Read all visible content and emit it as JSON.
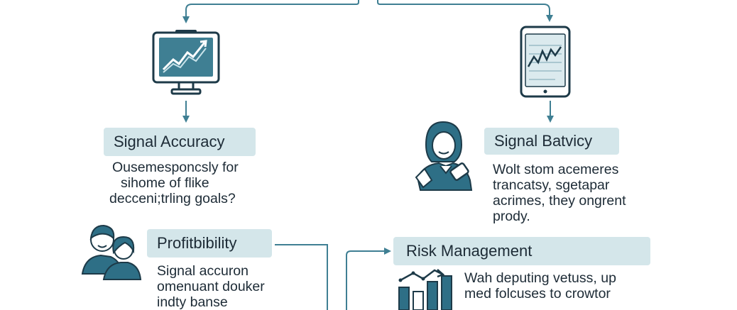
{
  "nodes": {
    "signal_accuracy": {
      "title": "Signal Accuracy",
      "lines": [
        "Ousemesponcsly for",
        "sihome of flike",
        "decceni;trling goals?"
      ]
    },
    "signal_batvicy": {
      "title": "Signal Batvicy",
      "lines": [
        "Wolt stom acemeres",
        "trancatsy, sgetapar",
        "acrimes, they ongrent",
        "prody."
      ]
    },
    "profitbibility": {
      "title": "Profitbibility",
      "lines": [
        "Signal accuron",
        "omenuant douker",
        "indty banse"
      ]
    },
    "risk_management": {
      "title": "Risk Management",
      "lines": [
        "Wah deputing vetuss, up",
        "med folcuses to crowtor"
      ]
    }
  },
  "icons": {
    "monitor": "monitor-chart-icon",
    "tablet": "tablet-chart-icon",
    "person": "person-headset-icon",
    "people": "two-people-icon",
    "bars": "bar-chart-icon"
  },
  "colors": {
    "label_bg": "#d4e6ea",
    "line": "#3f7f93",
    "icon_fill": "#2e6f86",
    "icon_dark": "#1d3a48"
  }
}
